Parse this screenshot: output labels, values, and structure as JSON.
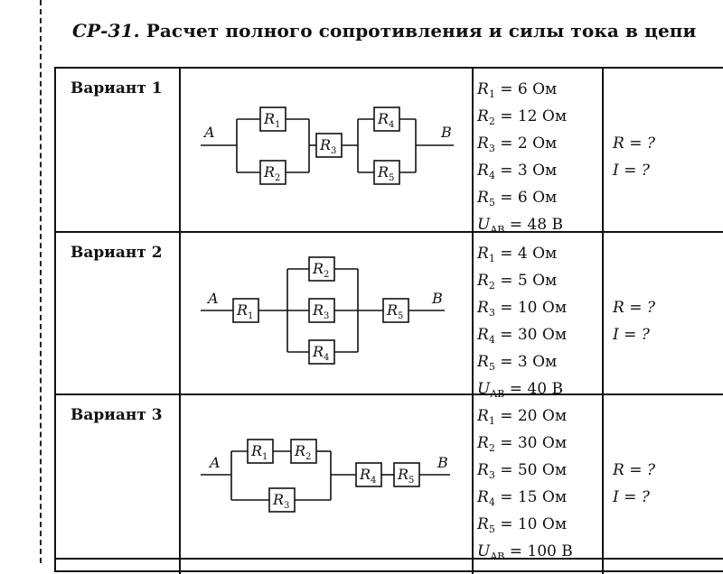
{
  "title": {
    "code": "СР-31.",
    "text": "Расчет полного сопротивления и силы тока в цепи"
  },
  "rows": [
    {
      "variant": "Вариант 1",
      "given": [
        {
          "sym": "R",
          "sub": "1",
          "val": "= 6 Ом"
        },
        {
          "sym": "R",
          "sub": "2",
          "val": "= 12 Ом"
        },
        {
          "sym": "R",
          "sub": "3",
          "val": "= 2 Ом"
        },
        {
          "sym": "R",
          "sub": "4",
          "val": "= 3 Ом"
        },
        {
          "sym": "R",
          "sub": "5",
          "val": "= 6 Ом"
        },
        {
          "sym": "U",
          "sub": "AB",
          "val": "= 48 В"
        }
      ],
      "ask": [
        "R = ?",
        "I = ?"
      ]
    },
    {
      "variant": "Вариант 2",
      "given": [
        {
          "sym": "R",
          "sub": "1",
          "val": "= 4 Ом"
        },
        {
          "sym": "R",
          "sub": "2",
          "val": "= 5 Ом"
        },
        {
          "sym": "R",
          "sub": "3",
          "val": "= 10 Ом"
        },
        {
          "sym": "R",
          "sub": "4",
          "val": "= 30 Ом"
        },
        {
          "sym": "R",
          "sub": "5",
          "val": "= 3 Ом"
        },
        {
          "sym": "U",
          "sub": "AB",
          "val": "= 40 В"
        }
      ],
      "ask": [
        "R = ?",
        "I = ?"
      ]
    },
    {
      "variant": "Вариант 3",
      "given": [
        {
          "sym": "R",
          "sub": "1",
          "val": "= 20 Ом"
        },
        {
          "sym": "R",
          "sub": "2",
          "val": "= 30 Ом"
        },
        {
          "sym": "R",
          "sub": "3",
          "val": "= 50 Ом"
        },
        {
          "sym": "R",
          "sub": "4",
          "val": "= 15 Ом"
        },
        {
          "sym": "R",
          "sub": "5",
          "val": "= 10 Ом"
        },
        {
          "sym": "U",
          "sub": "AB",
          "val": "= 100 В"
        }
      ],
      "ask": [
        "R = ?",
        "I = ?"
      ]
    }
  ],
  "circuit_labels": {
    "start": "A",
    "end": "B",
    "resistor": "R",
    "indices": [
      "1",
      "2",
      "3",
      "4",
      "5"
    ]
  }
}
